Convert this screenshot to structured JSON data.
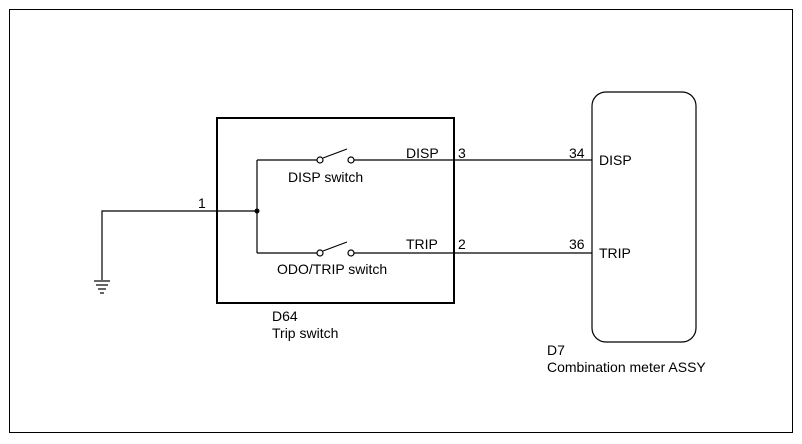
{
  "trip_switch": {
    "connector": "D64",
    "name": "Trip switch",
    "ground_pin": "1",
    "disp_switch_label": "DISP switch",
    "odo_trip_switch_label": "ODO/TRIP switch",
    "disp_terminal": "DISP",
    "disp_pin": "3",
    "trip_terminal": "TRIP",
    "trip_pin": "2"
  },
  "combination_meter": {
    "connector": "D7",
    "name": "Combination meter ASSY",
    "disp_pin": "34",
    "disp_terminal": "DISP",
    "trip_pin": "36",
    "trip_terminal": "TRIP"
  },
  "icons": {
    "ground": "ground-symbol-icon",
    "switch": "normally-open-switch-icon"
  }
}
